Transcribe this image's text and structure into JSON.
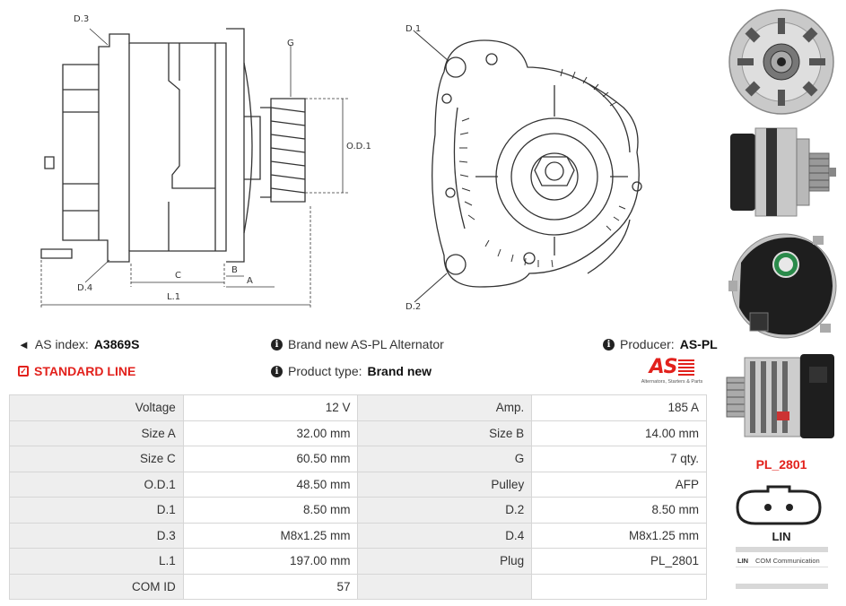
{
  "drawing": {
    "labels": {
      "d3": "D.3",
      "d4": "D.4",
      "g": "G",
      "od1": "O.D.1",
      "b": "B",
      "a": "A",
      "c": "C",
      "l1": "L.1",
      "d1": "D.1",
      "d2": "D.2"
    }
  },
  "info": {
    "as_index_label": "AS index:",
    "as_index_value": "A3869S",
    "line_label": "STANDARD LINE",
    "brand_text": "Brand new AS-PL Alternator",
    "product_type_label": "Product type:",
    "product_type_value": "Brand new",
    "producer_label": "Producer:",
    "producer_value": "AS-PL"
  },
  "logo": {
    "mark": "AS",
    "tagline": "Alternators, Starters & Parts"
  },
  "specs": [
    {
      "l1": "Voltage",
      "v1": "12 V",
      "l2": "Amp.",
      "v2": "185 A"
    },
    {
      "l1": "Size A",
      "v1": "32.00 mm",
      "l2": "Size B",
      "v2": "14.00 mm"
    },
    {
      "l1": "Size C",
      "v1": "60.50 mm",
      "l2": "G",
      "v2": "7 qty."
    },
    {
      "l1": "O.D.1",
      "v1": "48.50 mm",
      "l2": "Pulley",
      "v2": "AFP"
    },
    {
      "l1": "D.1",
      "v1": "8.50 mm",
      "l2": "D.2",
      "v2": "8.50 mm"
    },
    {
      "l1": "D.3",
      "v1": "M8x1.25 mm",
      "l2": "D.4",
      "v2": "M8x1.25 mm"
    },
    {
      "l1": "L.1",
      "v1": "197.00 mm",
      "l2": "Plug",
      "v2": "PL_2801"
    },
    {
      "l1": "COM ID",
      "v1": "57",
      "l2": "",
      "v2": ""
    }
  ],
  "plug": {
    "code": "PL_2801",
    "name": "LIN",
    "legend_key": "LIN",
    "legend_value": "COM Communication"
  },
  "colors": {
    "accent": "#e2211c",
    "label_bg": "#eeeeee",
    "border": "#d6d6d6"
  }
}
